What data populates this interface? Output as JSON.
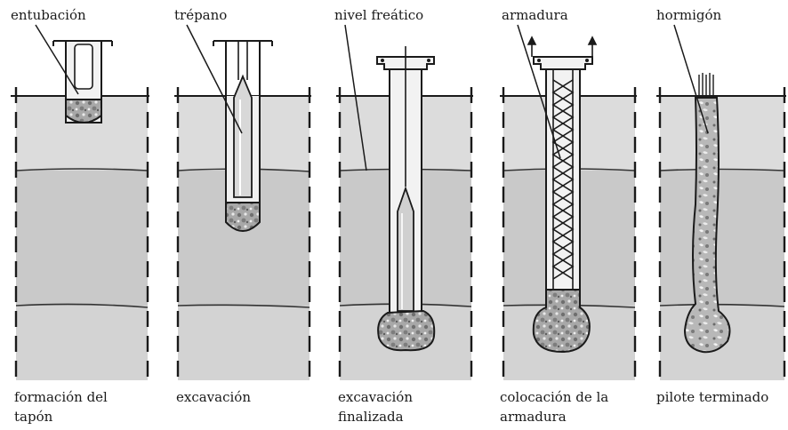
{
  "top_labels": {
    "entubacion": "entubación",
    "trepano": "trépano",
    "nivel_freatico": "nivel freático",
    "armadura": "armadura",
    "hormigon": "hormigón"
  },
  "stages": [
    {
      "line1": "formación del",
      "line2": "tapón"
    },
    {
      "line1": "excavación",
      "line2": ""
    },
    {
      "line1": "excavación",
      "line2": "finalizada"
    },
    {
      "line1": "colocación de la",
      "line2": "armadura"
    },
    {
      "line1": "pilote terminado",
      "line2": ""
    }
  ],
  "colors": {
    "soil_upper": "#dcdcdc",
    "soil_middle": "#c9c9c9",
    "soil_lower": "#d3d3d3",
    "casing_fill": "#f2f2f2",
    "concrete": "#9a9a9a",
    "outline": "#1a1a1a"
  }
}
